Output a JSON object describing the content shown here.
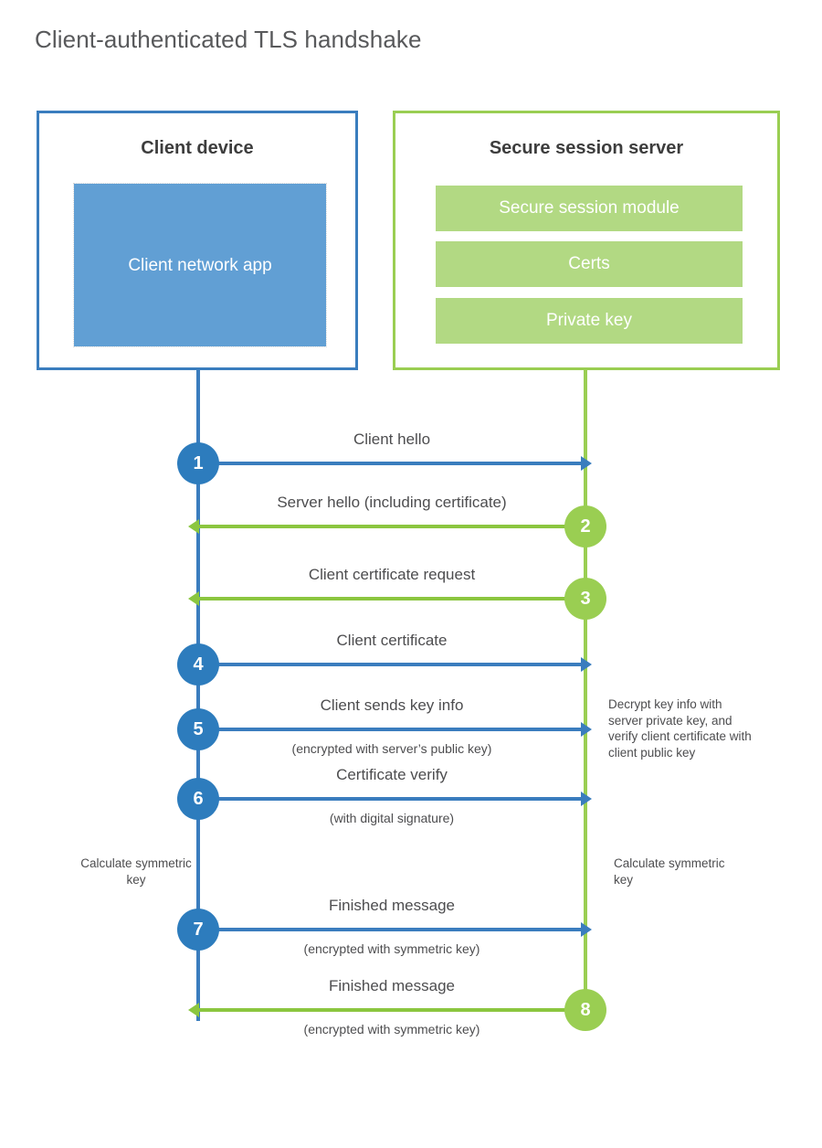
{
  "title": "Client-authenticated TLS handshake",
  "colors": {
    "client_blue": "#3a7dbe",
    "client_app_fill": "#619fd4",
    "server_green": "#9ace52",
    "server_bar_fill": "#b2d983",
    "arrow_green": "#8bc63f",
    "circle_blue": "#2d7cbd",
    "text_gray": "#4d4d4f",
    "title_gray": "#58595b"
  },
  "client": {
    "title": "Client device",
    "app_label": "Client network app"
  },
  "server": {
    "title": "Secure session server",
    "components": [
      "Secure session module",
      "Certs",
      "Private key"
    ]
  },
  "steps": [
    {
      "number": "1",
      "label": "Client hello",
      "sublabel": "",
      "direction": "right",
      "color": "blue"
    },
    {
      "number": "2",
      "label": "Server hello (including certificate)",
      "sublabel": "",
      "direction": "left",
      "color": "green"
    },
    {
      "number": "3",
      "label": "Client certificate request",
      "sublabel": "",
      "direction": "left",
      "color": "green"
    },
    {
      "number": "4",
      "label": "Client certificate",
      "sublabel": "",
      "direction": "right",
      "color": "blue"
    },
    {
      "number": "5",
      "label": "Client sends key info",
      "sublabel": "(encrypted with server’s public key)",
      "direction": "right",
      "color": "blue"
    },
    {
      "number": "6",
      "label": "Certificate verify",
      "sublabel": "(with digital signature)",
      "direction": "right",
      "color": "blue"
    },
    {
      "number": "7",
      "label": "Finished message",
      "sublabel": "(encrypted with symmetric key)",
      "direction": "right",
      "color": "blue"
    },
    {
      "number": "8",
      "label": "Finished message",
      "sublabel": "(encrypted with symmetric key)",
      "direction": "left",
      "color": "green"
    }
  ],
  "annotations": {
    "server_decrypt": "Decrypt key info with server private key, and verify client certificate with client public key",
    "client_calc": "Calculate symmetric key",
    "server_calc": "Calculate symmetric key"
  }
}
